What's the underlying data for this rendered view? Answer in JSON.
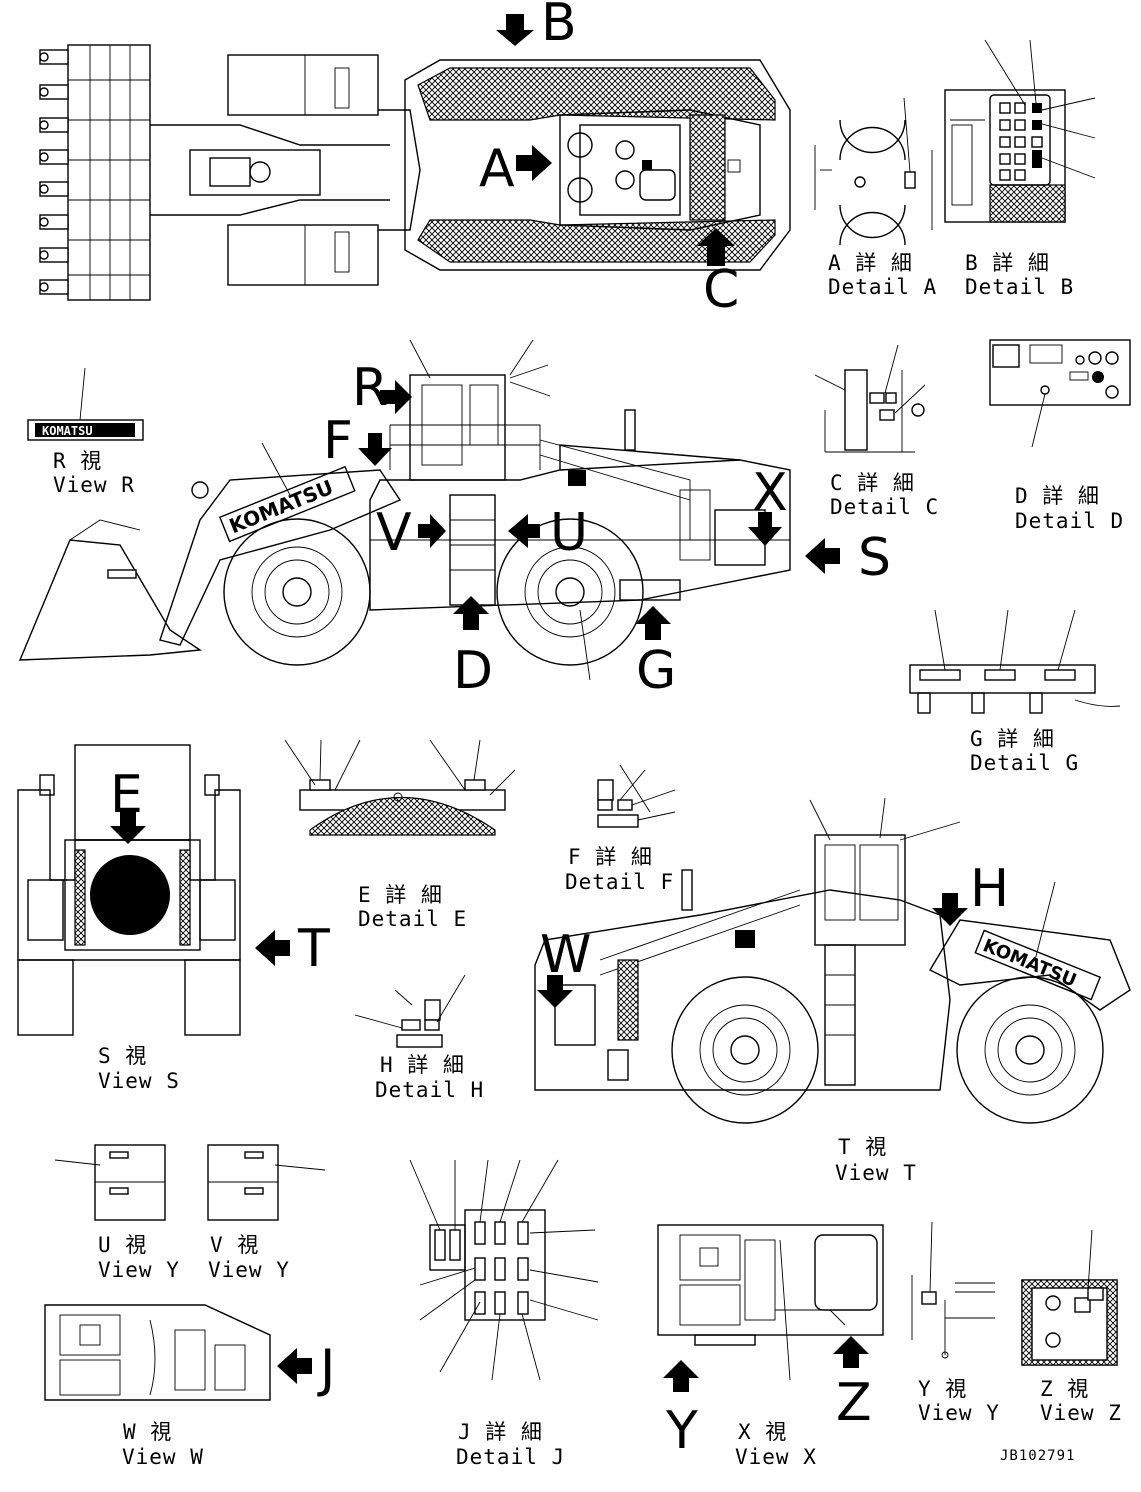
{
  "letters": {
    "A": "A",
    "B": "B",
    "C": "C",
    "D": "D",
    "E": "E",
    "F": "F",
    "G": "G",
    "H": "H",
    "J": "J",
    "R": "R",
    "S": "S",
    "T": "T",
    "U": "U",
    "V": "V",
    "W": "W",
    "X": "X",
    "Y": "Y",
    "Z": "Z"
  },
  "captions": {
    "detail_a": {
      "jp": "A 詳 細",
      "en": "Detail A"
    },
    "detail_b": {
      "jp": "B 詳 細",
      "en": "Detail B"
    },
    "detail_c": {
      "jp": "C 詳 細",
      "en": "Detail C"
    },
    "detail_d": {
      "jp": "D 詳 細",
      "en": "Detail D"
    },
    "detail_e": {
      "jp": "E 詳 細",
      "en": "Detail E"
    },
    "detail_f": {
      "jp": "F 詳 細",
      "en": "Detail F"
    },
    "detail_g": {
      "jp": "G 詳 細",
      "en": "Detail G"
    },
    "detail_h": {
      "jp": "H 詳 細",
      "en": "Detail H"
    },
    "detail_j": {
      "jp": "J 詳 細",
      "en": "Detail J"
    },
    "view_r": {
      "jp": "R 視",
      "en": "View R"
    },
    "view_s": {
      "jp": "S 視",
      "en": "View S"
    },
    "view_t": {
      "jp": "T 視",
      "en": "View T"
    },
    "view_u": {
      "jp": "U 視",
      "en": "View Y"
    },
    "view_v": {
      "jp": "V 視",
      "en": "View Y"
    },
    "view_w": {
      "jp": "W 視",
      "en": "View W"
    },
    "view_x": {
      "jp": "X 視",
      "en": "View X"
    },
    "view_y": {
      "jp": "Y 視",
      "en": "View Y"
    },
    "view_z": {
      "jp": "Z 視",
      "en": "View Z"
    }
  },
  "brand": "KOMATSU",
  "drawing_number": "JB102791"
}
